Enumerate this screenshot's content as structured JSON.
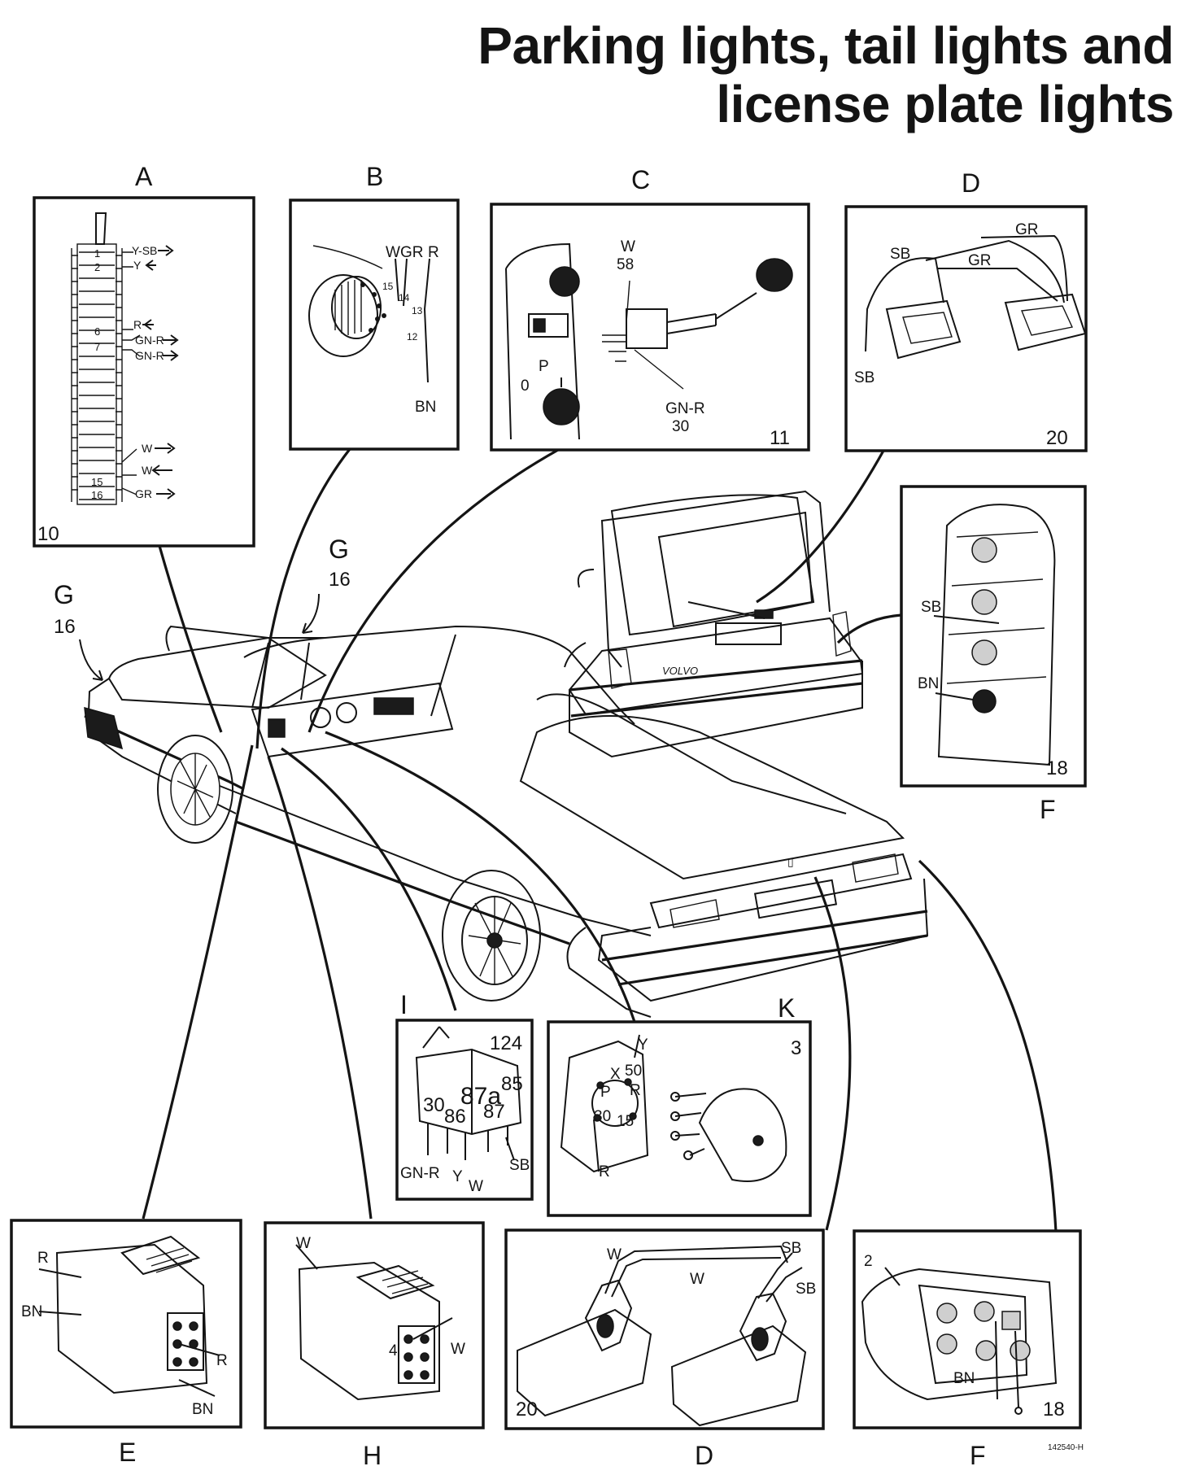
{
  "title": {
    "line1": "Parking lights, tail lights and",
    "line2": "license plate lights"
  },
  "panels": {
    "A": {
      "letter": "A",
      "number": "10",
      "pins": [
        "1",
        "2",
        "6",
        "7",
        "15",
        "16"
      ],
      "wires": [
        "Y-SB",
        "Y",
        "R",
        "GN-R",
        "GN-R",
        "W",
        "W",
        "GR"
      ]
    },
    "B": {
      "letter": "B",
      "wires": [
        "W",
        "GR",
        "R",
        "BN"
      ],
      "terminals": [
        "15",
        "14",
        "13",
        "12"
      ]
    },
    "C": {
      "letter": "C",
      "number": "11",
      "wires": [
        "W",
        "58",
        "GN-R",
        "30"
      ],
      "switch_positions": [
        "0",
        "P"
      ]
    },
    "D_top": {
      "letter": "D",
      "number": "20",
      "wires": [
        "GR",
        "SB",
        "GR",
        "SB"
      ]
    },
    "F_right": {
      "letter": "F",
      "number": "18",
      "wires": [
        "SB",
        "BN"
      ]
    },
    "G_left": {
      "letter": "G",
      "number": "16"
    },
    "G_mid": {
      "letter": "G",
      "number": "16"
    },
    "I": {
      "letter": "I",
      "number": "124",
      "terminals": [
        "87a",
        "85",
        "30",
        "86",
        "87"
      ],
      "wires": [
        "GN-R",
        "Y",
        "W",
        "SB"
      ]
    },
    "K": {
      "letter": "K",
      "number": "3",
      "terminals": [
        "X",
        "50",
        "P",
        "R",
        "30",
        "15"
      ],
      "wires": [
        "Y",
        "R"
      ]
    },
    "E": {
      "letter": "E",
      "wires": [
        "R",
        "BN",
        "R",
        "BN"
      ]
    },
    "H": {
      "letter": "H",
      "wires": [
        "W",
        "4",
        "W"
      ]
    },
    "D_bottom": {
      "letter": "D",
      "number": "20",
      "wires": [
        "W",
        "W",
        "SB",
        "SB"
      ]
    },
    "F_bottom": {
      "letter": "F",
      "number": "18",
      "wires": [
        "2",
        "BN"
      ]
    }
  },
  "car_badge": "VOLVO",
  "figure_ref": "142540-H"
}
